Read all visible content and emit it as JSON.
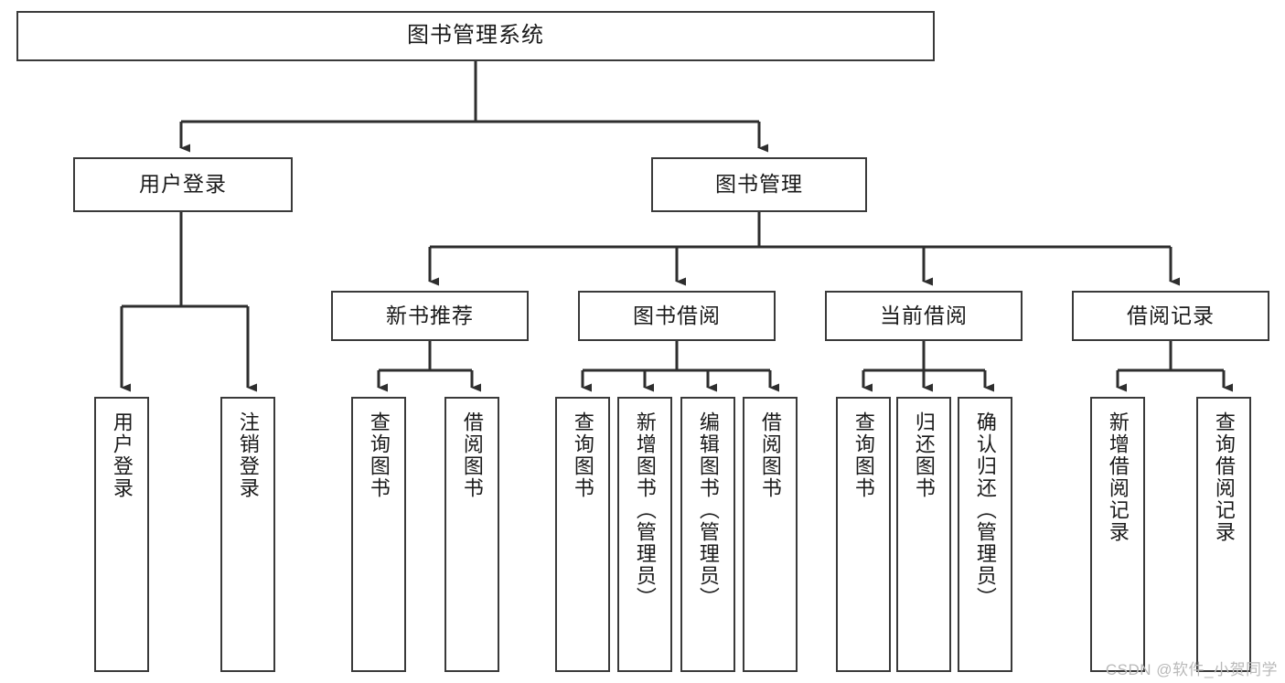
{
  "diagram": {
    "title": "图书管理系统",
    "type": "tree-hierarchy",
    "watermark": "CSDN @软件_小贺同学",
    "colors": {
      "box_border": "#3a3a3a",
      "box_fill": "#ffffff",
      "edge": "#2e2e2e",
      "text": "#1a1a1a",
      "watermark": "#b9b9b9",
      "background": "#ffffff"
    },
    "levels": {
      "root": {
        "label": "图书管理系统"
      },
      "level2": [
        {
          "label": "用户登录"
        },
        {
          "label": "图书管理"
        }
      ],
      "level3": [
        {
          "label": "新书推荐"
        },
        {
          "label": "图书借阅"
        },
        {
          "label": "当前借阅"
        },
        {
          "label": "借阅记录"
        }
      ],
      "leaves": {
        "user_login": [
          {
            "label": "用户登录"
          },
          {
            "label": "注销登录"
          }
        ],
        "new_book_recommend": [
          {
            "label": "查询图书"
          },
          {
            "label": "借阅图书"
          }
        ],
        "book_borrow": [
          {
            "label": "查询图书"
          },
          {
            "label": "新增图书（管理员）"
          },
          {
            "label": "编辑图书（管理员）"
          },
          {
            "label": "借阅图书"
          }
        ],
        "current_borrow": [
          {
            "label": "查询图书"
          },
          {
            "label": "归还图书"
          },
          {
            "label": "确认归还（管理员）"
          }
        ],
        "borrow_record": [
          {
            "label": "新增借阅记录"
          },
          {
            "label": "查询借阅记录"
          }
        ]
      }
    }
  }
}
